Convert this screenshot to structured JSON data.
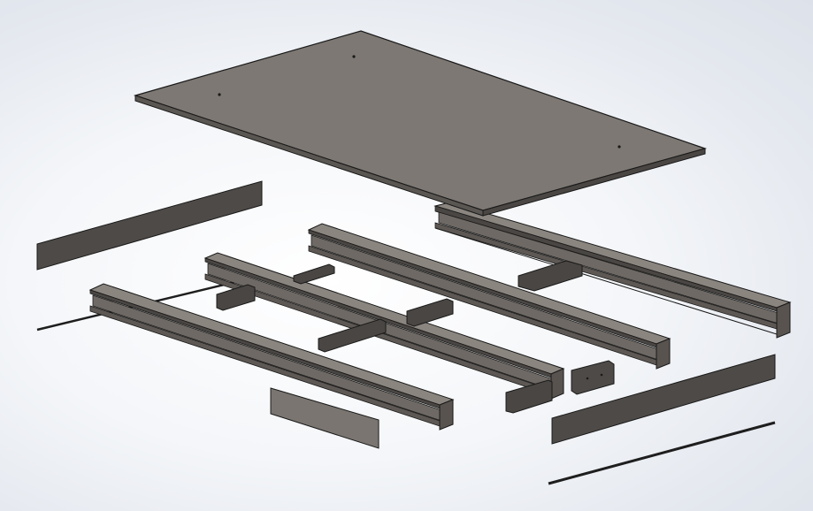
{
  "view": {
    "background_center": "#ffffff",
    "background_edge": "#dde2ea",
    "part_color": "#7d7873",
    "part_shade": "#5e5955",
    "part_dark": "#3a3734",
    "edge_color": "#1c1c1c"
  },
  "parts": {
    "top_plate": "deck-plate",
    "beams": [
      "i-beam",
      "i-beam",
      "i-beam",
      "i-beam"
    ],
    "side_panels": [
      "side-panel",
      "side-panel",
      "side-panel"
    ],
    "brackets": [
      "bracket",
      "bracket",
      "bracket",
      "bracket",
      "bracket",
      "bracket"
    ],
    "rods": [
      "rod",
      "rod"
    ]
  }
}
